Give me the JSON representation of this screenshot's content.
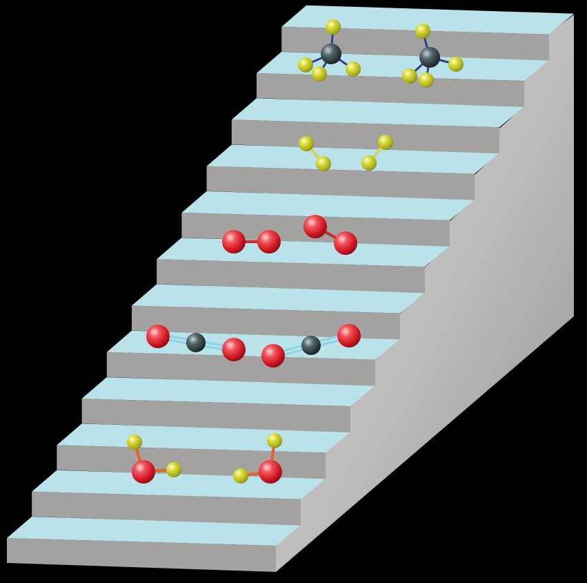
{
  "colors": {
    "background": "#000000",
    "tread": "#b9e2ea",
    "riser": "#a4a2a0",
    "side_light": "#c8c7c5",
    "side_dark": "#8f9597",
    "oxygen": "#d81f2a",
    "hydrogen": "#c9cc2a",
    "carbon": "#3d4a4c",
    "bond_oh": "#e8602c",
    "bond_co": "#8fd3e6",
    "bond_hh": "#d7d45a",
    "bond_ch": "#2f3d8c",
    "bond_oo": "#cc2a2a"
  },
  "staircase": {
    "step_count": 12
  },
  "molecules": [
    {
      "name": "methane",
      "count": 2,
      "atoms": [
        "carbon",
        "hydrogen",
        "hydrogen",
        "hydrogen",
        "hydrogen"
      ]
    },
    {
      "name": "hydrogen",
      "count": 2,
      "atoms": [
        "hydrogen",
        "hydrogen"
      ]
    },
    {
      "name": "oxygen",
      "count": 2,
      "atoms": [
        "oxygen",
        "oxygen"
      ]
    },
    {
      "name": "carbon-dioxide",
      "count": 2,
      "atoms": [
        "oxygen",
        "carbon",
        "oxygen"
      ]
    },
    {
      "name": "water",
      "count": 2,
      "atoms": [
        "oxygen",
        "hydrogen",
        "hydrogen"
      ]
    }
  ]
}
